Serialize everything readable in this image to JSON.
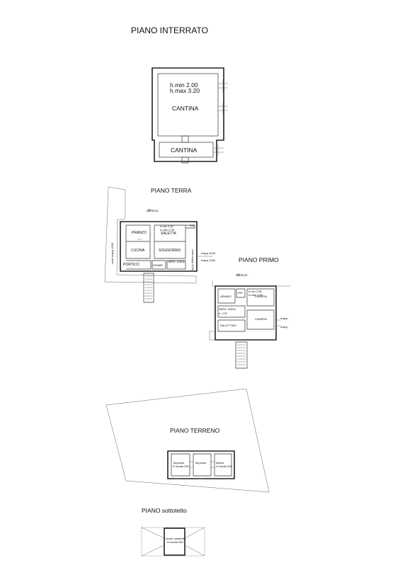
{
  "sections": {
    "interrato": {
      "title": "PIANO INTERRATO",
      "heights": [
        "h.min  2.00",
        "h.max 3.20"
      ],
      "room_upper": "CANTINA",
      "room_lower": "CANTINA"
    },
    "terra": {
      "title": "PIANO TERRA",
      "neighbor": "altra u.i.",
      "heights": [
        "h.min 2.30",
        "h.max 2.98"
      ],
      "rooms": [
        "PRANZO",
        "SALETTA",
        "CUCINA",
        "SOGGIORNO",
        "PORTICO",
        "DISIMP.",
        "SERV. IGIEN.",
        "RIP."
      ],
      "boundary_left": "corte mapp.1009",
      "boundary_right": "corte mapp.1030",
      "mapp_labels": [
        "mapp.1030",
        "mapp.1084"
      ]
    },
    "primo": {
      "title": "PIANO PRIMO",
      "neighbor": "altra u.i.",
      "heights": [
        "h.min 2.55",
        "h.max 3.90"
      ],
      "heights2": "h. 2.57",
      "rooms": [
        "ARMADI",
        "RIP.",
        "CAMERA",
        "SERV. IGIEN.",
        "CAMERA",
        "SALOTTINO"
      ],
      "side_labels": [
        "mapp.",
        "mapp."
      ]
    },
    "terreno": {
      "title": "PIANO TERRENO",
      "rooms": [
        {
          "name": "deposito",
          "height": "H media 290"
        },
        {
          "name": "deposito",
          "height": ""
        },
        {
          "name": "tettoia",
          "height": "H media 255"
        }
      ]
    },
    "sottotetto": {
      "title": "PIANO sottotetto",
      "room": "locale sottotetto",
      "height": "H media 280"
    }
  }
}
